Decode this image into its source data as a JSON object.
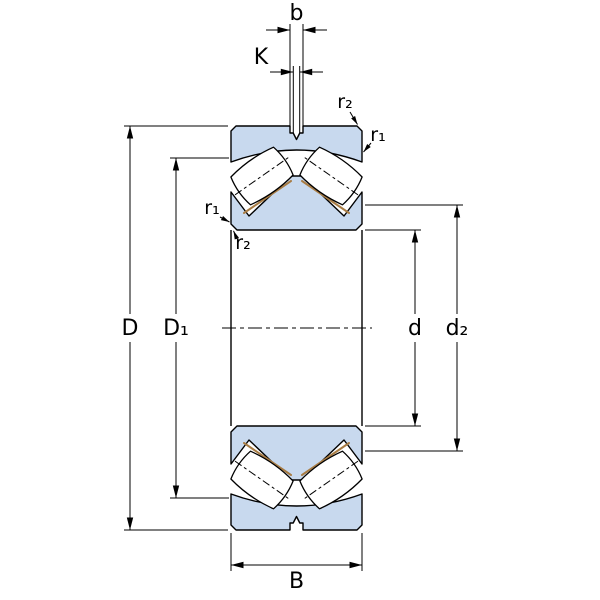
{
  "diagram": {
    "title": "spherical-roller-bearing-cross-section",
    "colors": {
      "ring_fill": "#c8d9ee",
      "outline": "#000000",
      "cage": "#a87c44",
      "background": "#ffffff"
    },
    "labels": {
      "b": "b",
      "K": "K",
      "r1": "r₁",
      "r2": "r₂",
      "D": "D",
      "D1": "D₁",
      "d": "d",
      "d2": "d₂",
      "B": "B"
    }
  }
}
